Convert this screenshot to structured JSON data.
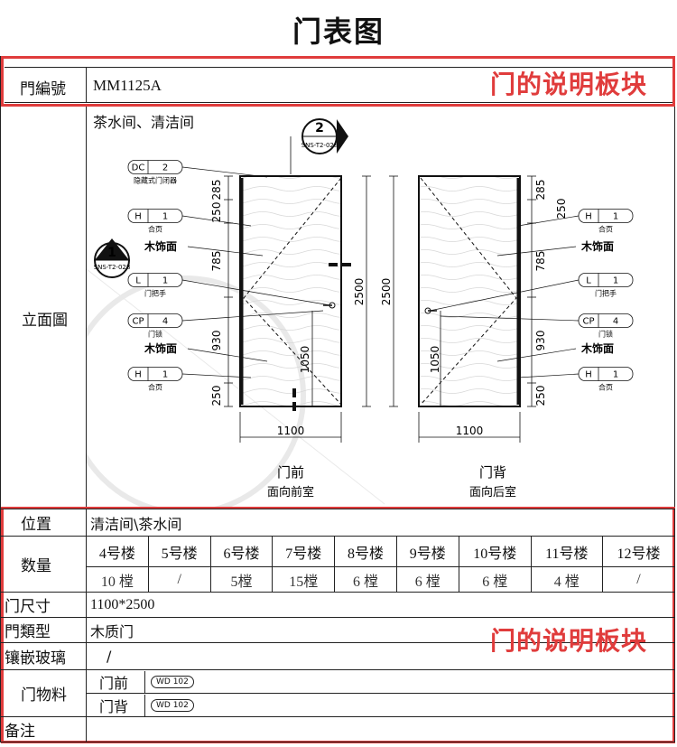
{
  "title": "门表图",
  "header_row": {
    "label": "門編號",
    "value": "MM1125A",
    "callout": "门的说明板块"
  },
  "elevation": {
    "label": "立面圖",
    "location_note": "茶水间、清洁间",
    "section_marks": [
      {
        "num": "2",
        "ref": "SNS-T2-028"
      },
      {
        "num": "1",
        "ref": "SNS-T2-028"
      }
    ],
    "front_tags": [
      {
        "code": "DC",
        "num": "2",
        "desc": "隐藏式门闭器"
      },
      {
        "code": "H",
        "num": "1",
        "desc": "合页"
      },
      {
        "code": "",
        "num": "",
        "desc": "木饰面"
      },
      {
        "code": "L",
        "num": "1",
        "desc": "门把手"
      },
      {
        "code": "CP",
        "num": "4",
        "desc": "门锁"
      },
      {
        "code": "",
        "num": "",
        "desc": "木饰面"
      },
      {
        "code": "H",
        "num": "1",
        "desc": "合页"
      }
    ],
    "back_tags": [
      {
        "code": "H",
        "num": "1",
        "desc": "合页"
      },
      {
        "code": "",
        "num": "",
        "desc": "木饰面"
      },
      {
        "code": "L",
        "num": "1",
        "desc": "门把手"
      },
      {
        "code": "CP",
        "num": "4",
        "desc": "门锁"
      },
      {
        "code": "",
        "num": "",
        "desc": "木饰面"
      },
      {
        "code": "H",
        "num": "1",
        "desc": "合页"
      }
    ],
    "front_dims_v": [
      "285",
      "250",
      "785",
      "930",
      "250"
    ],
    "front_dim_overall": "2500",
    "front_handle_dim": "1050",
    "back_dims_v": [
      "285",
      "250",
      "785",
      "930",
      "250"
    ],
    "back_dim_overall": "2500",
    "back_handle_dim": "1050",
    "width_dim_front": "1100",
    "width_dim_back": "1100",
    "front_caption": "门前",
    "front_sub": "面向前室",
    "back_caption": "门背",
    "back_sub": "面向后室"
  },
  "spec": {
    "location_label": "位置",
    "location_value": "清洁间\\茶水间",
    "qty_label": "数量",
    "buildings": [
      "4号楼",
      "5号楼",
      "6号楼",
      "7号楼",
      "8号楼",
      "9号楼",
      "10号楼",
      "11号楼",
      "12号楼"
    ],
    "counts": [
      "10 樘",
      "/",
      "5樘",
      "15樘",
      "6 樘",
      "6 樘",
      "6 樘",
      "4 樘",
      "/"
    ],
    "size_label": "门尺寸",
    "size_value": "1100*2500",
    "type_label": "門類型",
    "type_value": "木质门",
    "glass_label": "镶嵌玻璃",
    "glass_value": "/",
    "material_label": "门物料",
    "material_front": "门前",
    "material_back": "门背",
    "material_code": "WD 102",
    "remark_label": "备注",
    "callout": "门的说明板块"
  },
  "colors": {
    "callout": "#e03c3c"
  }
}
